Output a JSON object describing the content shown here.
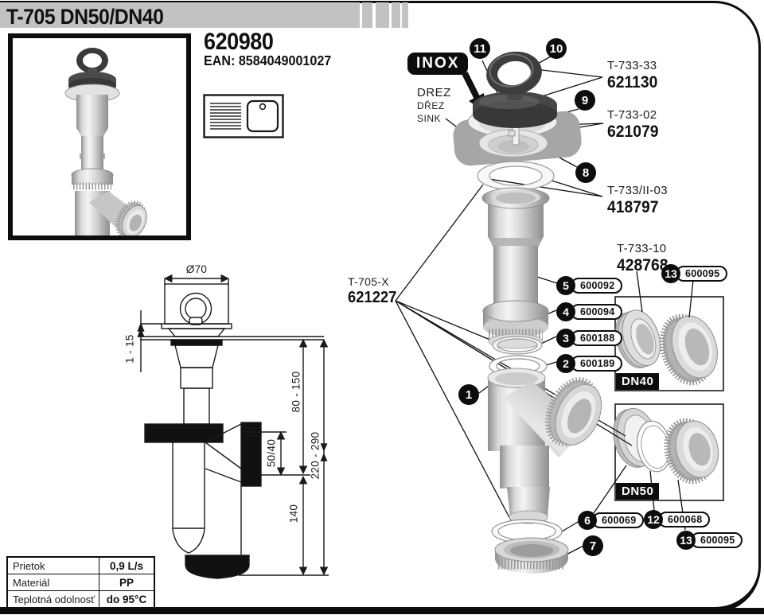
{
  "page": {
    "title": "T-705 DN50/DN40",
    "product_code": "620980",
    "ean": "EAN: 8584049001027"
  },
  "labels": {
    "inox": "INOX",
    "drez_sk": "DREZ",
    "drez_cz": "DŘEZ",
    "sink_en": "SINK",
    "dn40": "DN40",
    "dn50": "DN50"
  },
  "refs": {
    "r33": {
      "ref": "T-733-33",
      "code": "621130"
    },
    "r02": {
      "ref": "T-733-02",
      "code": "621079"
    },
    "r03": {
      "ref": "T-733/II-03",
      "code": "418797"
    },
    "r10": {
      "ref": "T-733-10",
      "code": "428768"
    },
    "rx": {
      "ref": "T-705-X",
      "code": "621227"
    }
  },
  "callouts": {
    "c1": "1",
    "c7": "7",
    "c8": "8",
    "c9": "9",
    "c10": "10",
    "c11": "11",
    "p2": {
      "num": "2",
      "code": "600189"
    },
    "p3": {
      "num": "3",
      "code": "600188"
    },
    "p4": {
      "num": "4",
      "code": "600094"
    },
    "p5": {
      "num": "5",
      "code": "600092"
    },
    "p6": {
      "num": "6",
      "code": "600069"
    },
    "p12": {
      "num": "12",
      "code": "600068"
    },
    "p13_dn40": {
      "num": "13",
      "code": "600095"
    },
    "p13_dn50": {
      "num": "13",
      "code": "600095"
    }
  },
  "dimensions": {
    "diameter": "Ø70",
    "insert_depth": "1 - 15",
    "upper_range": "80 - 150",
    "outlet_size": "50/40",
    "lower": "140",
    "total_range": "220 - 290"
  },
  "spec_table": {
    "rows": [
      {
        "label": "Prietok",
        "value": "0,9 L/s"
      },
      {
        "label": "Materiál",
        "value": "PP"
      },
      {
        "label": "Teplotná odolnosť",
        "value": "do 95°C"
      }
    ]
  },
  "icons": {
    "sink_pictogram": "kitchen-sink-icon"
  },
  "colors": {
    "header_gray": "#c2c2c2",
    "badge_black": "#0d0d0d",
    "line": "#1a1a1a"
  }
}
